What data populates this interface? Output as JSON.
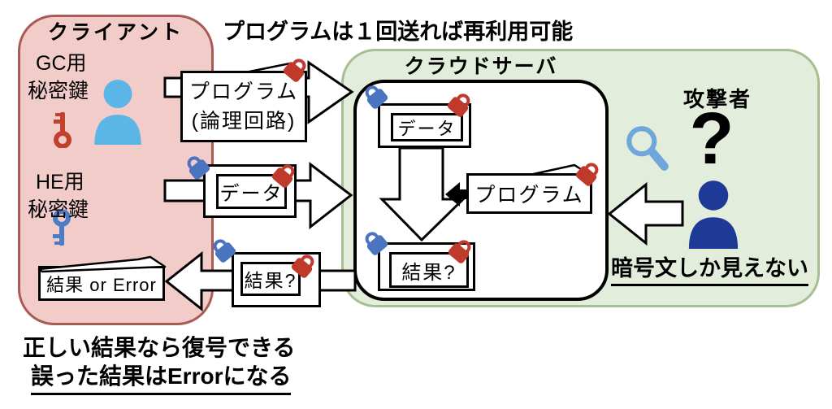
{
  "note_top": "プログラムは１回送れば再利用可能",
  "client": {
    "title": "クライアント",
    "gc_key_line1": "GC用",
    "gc_key_line2": "秘密鍵",
    "he_key_line1": "HE用",
    "he_key_line2": "秘密鍵",
    "result_box_label": "結果 or Error"
  },
  "transfer": {
    "program_line1": "プログラム",
    "program_line2": "(論理回路)",
    "data_label": "データ",
    "result_label": "結果?"
  },
  "server": {
    "title": "クラウドサーバ",
    "data_label": "データ",
    "program_label": "プログラム",
    "result_label": "結果?"
  },
  "attacker": {
    "title": "攻撃者",
    "question_mark": "?",
    "caption": "暗号文しか見えない"
  },
  "footer": {
    "line1": "正しい結果なら復号できる",
    "line2": "誤った結果はErrorになる"
  },
  "colors": {
    "client_fill": "#f1ccc9",
    "client_border": "#a85a55",
    "server_fill": "#e3eddb",
    "server_border": "#a6bf92",
    "lock_red": "#c03a2b",
    "lock_blue": "#4a74c0",
    "key_red": "#c2402e",
    "key_blue": "#4a7cc7",
    "person_client": "#5cb5e7",
    "person_attacker": "#1e3a96",
    "magnifier": "#6fa7da"
  }
}
